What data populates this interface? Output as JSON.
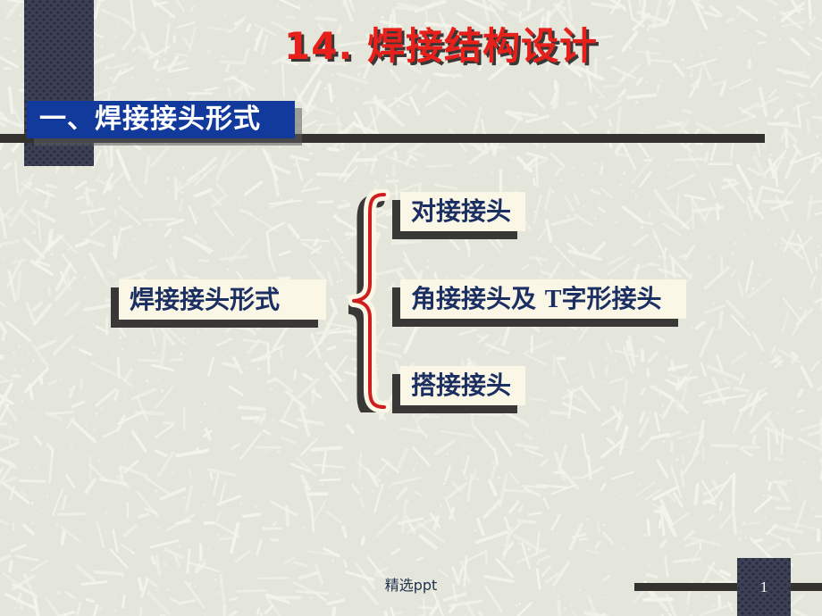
{
  "slide": {
    "title": "14.  焊接结构设计",
    "title_color": "#e8201c",
    "background_color": "#e4e6db"
  },
  "section_header": {
    "label": "一、焊接接头形式",
    "bar_color": "#123a9c",
    "text_color": "#ffffff"
  },
  "diagram": {
    "root_label": "焊接接头形式",
    "brace_color": "#d01e1e",
    "box_fill": "#fbf7e6",
    "box_text_color": "#1b2f63",
    "items": [
      {
        "label": "对接接头",
        "latin": ""
      },
      {
        "label_pre": "角接接头及 ",
        "latin": "T",
        "label_post": "字形接头"
      },
      {
        "label": "搭接接头",
        "latin": ""
      }
    ]
  },
  "footer": {
    "text": "精选ppt",
    "page_number": "1"
  }
}
